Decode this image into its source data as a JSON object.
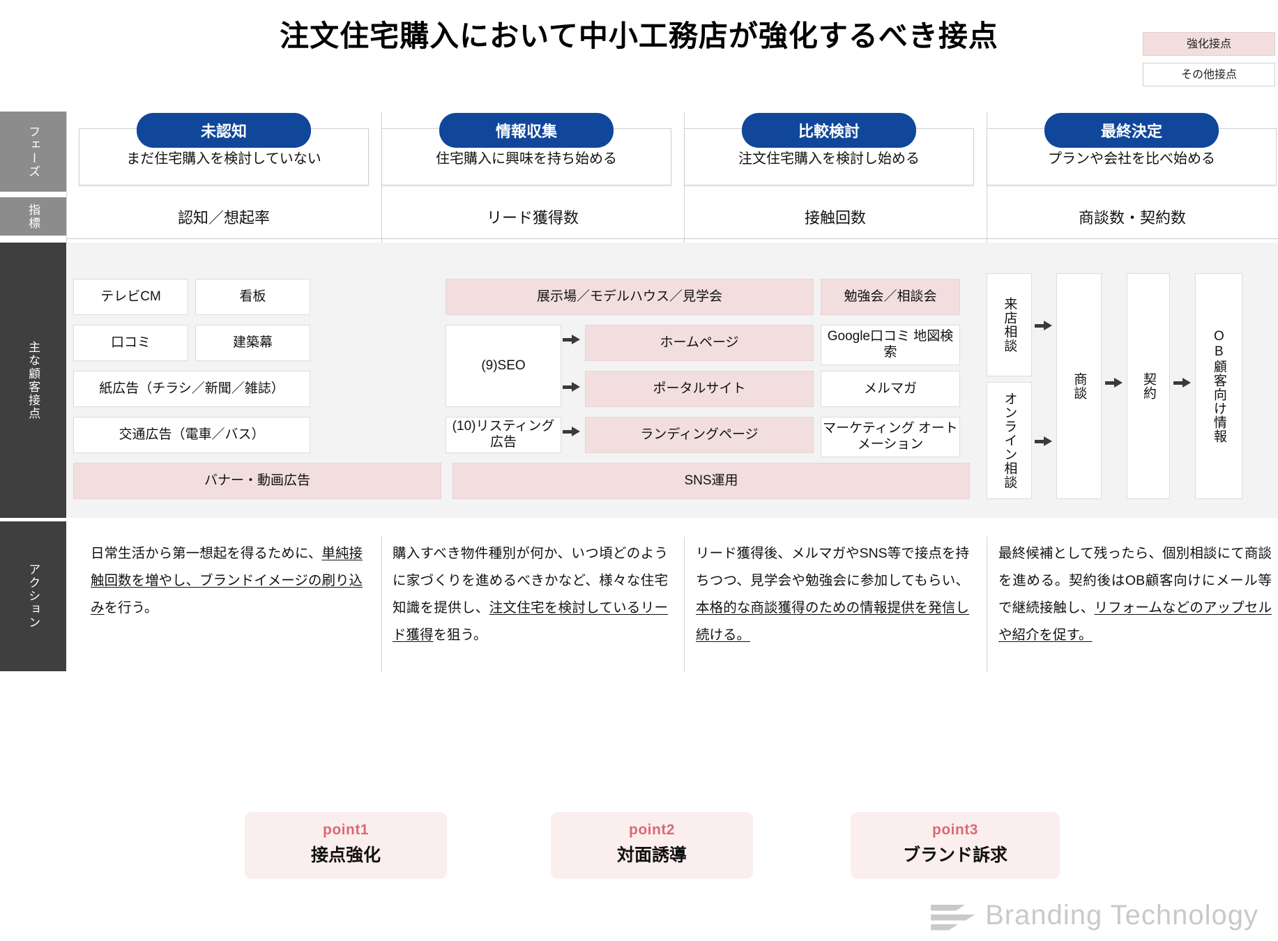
{
  "title": "注文住宅購入において中小工務店が強化するべき接点",
  "legend": [
    {
      "label": "強化接点",
      "type": "highlight",
      "color": "#f2dede"
    },
    {
      "label": "その他接点",
      "type": "other",
      "color": "#ffffff"
    }
  ],
  "row_labels": {
    "phase": "フェーズ",
    "kpi": "指標",
    "touchpoints": "主な顧客接点",
    "action": "アクション"
  },
  "phases": [
    {
      "pill": "未認知",
      "desc": "まだ住宅購入を検討していない",
      "kpi": "認知／想起率"
    },
    {
      "pill": "情報収集",
      "desc": "住宅購入に興味を持ち始める",
      "kpi": "リード獲得数"
    },
    {
      "pill": "比較検討",
      "desc": "注文住宅購入を検討し始める",
      "kpi": "接触回数"
    },
    {
      "pill": "最終決定",
      "desc": "プランや会社を比べ始める",
      "kpi": "商談数・契約数"
    }
  ],
  "touchpoints": {
    "tv_cm": "テレビCM",
    "signboard": "看板",
    "word_of_mouth": "口コミ",
    "construction_banner": "建築幕",
    "paper_ads": "紙広告（チラシ／新聞／雑誌）",
    "transit_ads": "交通広告（電車／バス）",
    "banner_video_ads": "バナー・動画広告",
    "showroom": "展示場／モデルハウス／見学会",
    "seo": "(9)SEO",
    "listing_ads": "(10)リスティング広告",
    "homepage": "ホームページ",
    "portal_site": "ポータルサイト",
    "landing_page": "ランディングページ",
    "sns": "SNS運用",
    "seminar": "勉強会／相談会",
    "google_reviews": "Google口コミ\n地図検索",
    "mail_magazine": "メルマガ",
    "marketing_automation": "マーケティング\nオートメーション",
    "store_visit": "来店相談",
    "online_consult": "オンライン相談",
    "negotiation": "商談",
    "contract": "契約",
    "ob_customer_info": "OB顧客向け情報"
  },
  "actions": [
    {
      "parts": [
        {
          "text": "日常生活から第一想起を得るために、",
          "underline": false
        },
        {
          "text": "単純接触回数を増やし、ブランドイメージの刷り込み",
          "underline": true
        },
        {
          "text": "を行う。",
          "underline": false
        }
      ]
    },
    {
      "parts": [
        {
          "text": "購入すべき物件種別が何か、いつ頃どのように家づくりを進めるべきかなど、様々な住宅知識を提供し、",
          "underline": false
        },
        {
          "text": "注文住宅を検討しているリード獲得",
          "underline": true
        },
        {
          "text": "を狙う。",
          "underline": false
        }
      ]
    },
    {
      "parts": [
        {
          "text": "リード獲得後、メルマガやSNS等で接点を持ちつつ、見学会や勉強会に参加してもらい、",
          "underline": false
        },
        {
          "text": "本格的な商談獲得のための情報提供を発信し続ける。",
          "underline": true
        }
      ]
    },
    {
      "parts": [
        {
          "text": "最終候補として残ったら、個別相談にて商談を進める。契約後はOB顧客向けにメール等で継続接触し、",
          "underline": false
        },
        {
          "text": "リフォームなどのアップセルや紹介を促す。",
          "underline": true
        }
      ]
    }
  ],
  "points": [
    {
      "label": "point1",
      "text": "接点強化"
    },
    {
      "label": "point2",
      "text": "対面誘導"
    },
    {
      "label": "point3",
      "text": "ブランド訴求"
    }
  ],
  "brand": {
    "name": "Branding Technology"
  },
  "colors": {
    "phase_pill": "#10479b",
    "highlight": "#f2dede",
    "row_label_gray": "#8c8c8c",
    "row_label_dark": "#3f3f3f",
    "point_accent": "#d96a74"
  }
}
